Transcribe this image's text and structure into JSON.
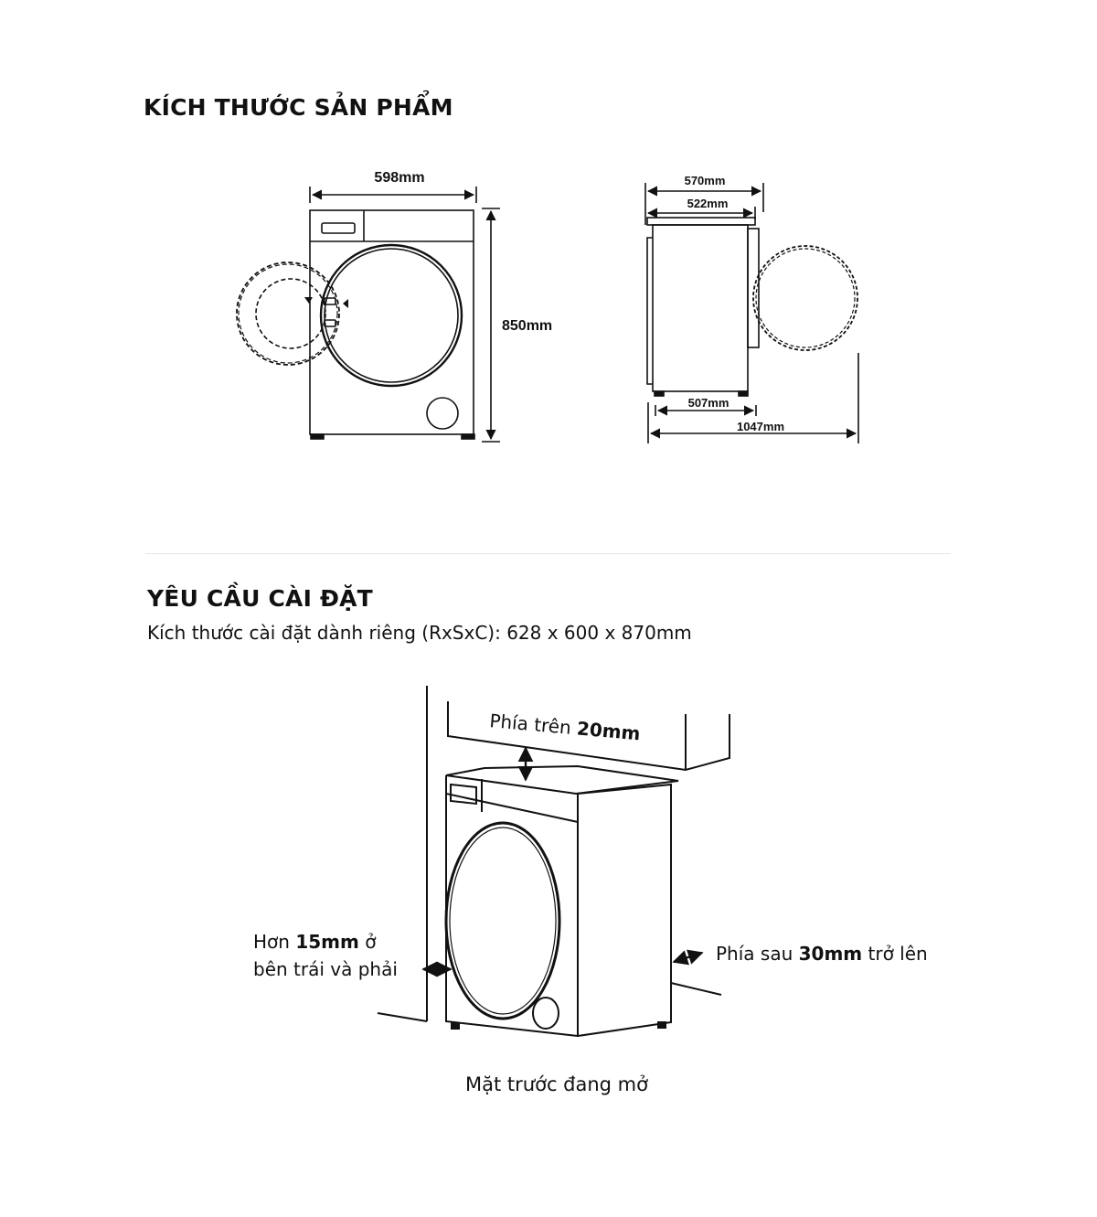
{
  "product": {
    "heading": "KÍCH THƯỚC SẢN PHẨM",
    "width": "598mm",
    "height": "850mm",
    "side_top_outer": "570mm",
    "side_top_inner": "522mm",
    "side_bottom_feet": "507mm",
    "side_bottom_total": "1047mm"
  },
  "install": {
    "heading": "YÊU CẦU CÀI ĐẶT",
    "subtitle": "Kích thước cài đặt dành riêng (RxSxC): 628 x 600 x 870mm",
    "top_label": "Phía trên",
    "top_value": "20mm",
    "side_prefix": "Hơn",
    "side_value": "15mm",
    "side_suffix": "ở",
    "side_line2": "bên trái và phải",
    "back_prefix": "Phía sau",
    "back_value": "30mm",
    "back_suffix": "trở lên",
    "front_caption": "Mặt trước đang mở"
  }
}
